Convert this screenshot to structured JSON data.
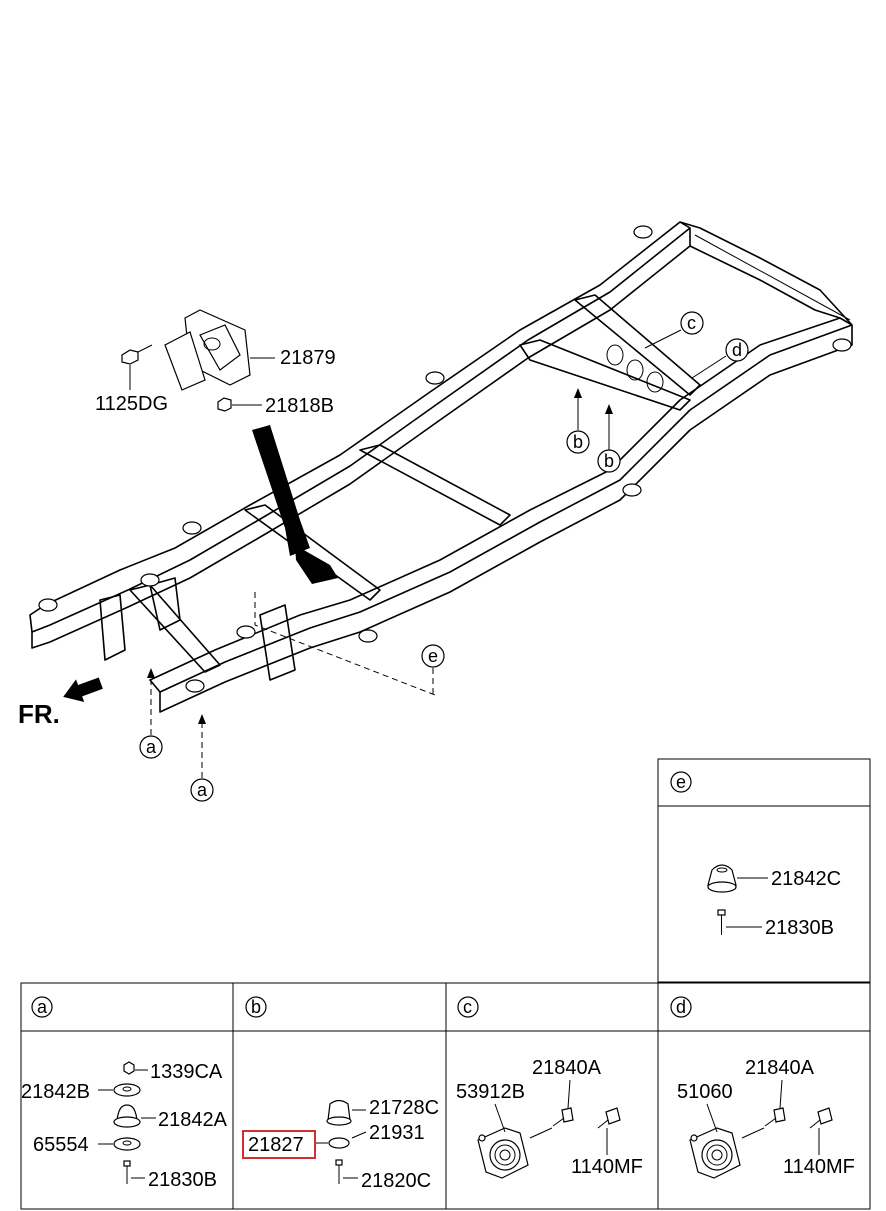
{
  "diagram": {
    "front_label": "FR.",
    "callouts": {
      "a": "a",
      "b": "b",
      "c": "c",
      "d": "d",
      "e": "e"
    },
    "top_parts": {
      "bracket": "21879",
      "bolt": "1125DG",
      "nut": "21818B"
    }
  },
  "panels": {
    "e": {
      "letter": "e",
      "parts": [
        "21842C",
        "21830B"
      ]
    },
    "a": {
      "letter": "a",
      "parts": [
        "1339CA",
        "21842B",
        "21842A",
        "65554",
        "21830B"
      ]
    },
    "b": {
      "letter": "b",
      "parts": [
        "21728C",
        "21931",
        "21827",
        "21820C"
      ],
      "highlight": "21827",
      "highlight_color": "#d32f2f"
    },
    "c": {
      "letter": "c",
      "parts": [
        "21840A",
        "53912B",
        "1140MF"
      ]
    },
    "d": {
      "letter": "d",
      "parts": [
        "21840A",
        "51060",
        "1140MF"
      ]
    }
  }
}
